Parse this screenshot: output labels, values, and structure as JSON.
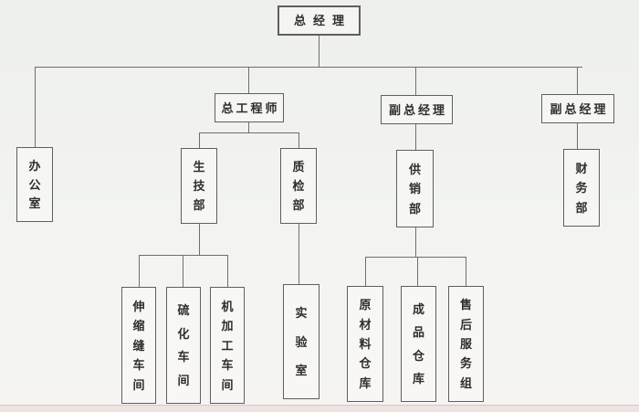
{
  "diagram": {
    "type": "organization-chart",
    "nodes": {
      "general_manager": "总经理",
      "chief_engineer": "总工程师",
      "deputy_gm_1": "副总经理",
      "deputy_gm_2": "副总经理",
      "office": "办公室",
      "prod_tech_dept": "生技部",
      "quality_dept": "质检部",
      "supply_sales_dept": "供销部",
      "finance_dept": "财务部",
      "expansion_joint_workshop": "伸缩缝车间",
      "vulcanization_workshop": "硫化车间",
      "machining_workshop": "机加工车间",
      "laboratory": "实验室",
      "raw_material_warehouse": "原材料仓库",
      "finished_goods_warehouse": "成品仓库",
      "after_sales_service_group": "售后服务组"
    },
    "edges": [
      {
        "from": "general_manager",
        "to": "office"
      },
      {
        "from": "general_manager",
        "to": "chief_engineer"
      },
      {
        "from": "general_manager",
        "to": "deputy_gm_1"
      },
      {
        "from": "general_manager",
        "to": "deputy_gm_2"
      },
      {
        "from": "chief_engineer",
        "to": "prod_tech_dept"
      },
      {
        "from": "chief_engineer",
        "to": "quality_dept"
      },
      {
        "from": "deputy_gm_1",
        "to": "supply_sales_dept"
      },
      {
        "from": "deputy_gm_2",
        "to": "finance_dept"
      },
      {
        "from": "prod_tech_dept",
        "to": "expansion_joint_workshop"
      },
      {
        "from": "prod_tech_dept",
        "to": "vulcanization_workshop"
      },
      {
        "from": "prod_tech_dept",
        "to": "machining_workshop"
      },
      {
        "from": "quality_dept",
        "to": "laboratory"
      },
      {
        "from": "supply_sales_dept",
        "to": "raw_material_warehouse"
      },
      {
        "from": "supply_sales_dept",
        "to": "finished_goods_warehouse"
      },
      {
        "from": "supply_sales_dept",
        "to": "after_sales_service_group"
      }
    ],
    "colors": {
      "line": "#6e6e6e",
      "box_border": "#5f5f5c",
      "text": "#2f2e2c",
      "background": "#f2f3f1"
    }
  }
}
